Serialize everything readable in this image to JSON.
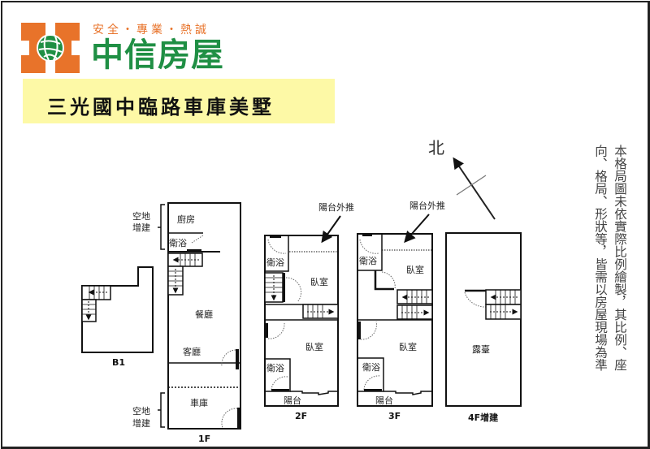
{
  "header": {
    "slogan": "安全・專業・熱誠",
    "brand_name": "中信房屋",
    "brand_colors": {
      "orange": "#e8732a",
      "green": "#1f8f44"
    },
    "listing_title": "三光國中臨路車庫美墅",
    "title_bg": "#fdf9a6"
  },
  "compass": {
    "label": "北"
  },
  "disclaimer": {
    "line1": "本格局圖未依實際比例繪製，其比例、座",
    "line2": "向、格局、形狀等，皆需以房屋現場為準"
  },
  "floors": {
    "b1": {
      "label": "B1"
    },
    "f1": {
      "label": "1F",
      "rooms": {
        "kitchen": "廚房",
        "bath": "衛浴",
        "dining": "餐廳",
        "living": "客廳",
        "garage": "車庫"
      },
      "annotations": {
        "top_bracket": [
          "空地",
          "增建"
        ],
        "bottom_bracket": [
          "空地",
          "增建"
        ]
      }
    },
    "f2": {
      "label": "2F",
      "rooms": {
        "bath_top": "衛浴",
        "bedroom_top": "臥室",
        "bedroom_bottom": "臥室",
        "bath_bottom": "衛浴",
        "balcony": "陽台"
      },
      "callout": "陽台外推"
    },
    "f3": {
      "label": "3F",
      "rooms": {
        "bath_top": "衛浴",
        "bedroom_top": "臥室",
        "bedroom_bottom": "臥室",
        "bath_bottom": "衛浴",
        "balcony": "陽台"
      },
      "callout": "陽台外推"
    },
    "f4": {
      "label": "4F增建",
      "rooms": {
        "terrace": "露臺"
      }
    }
  }
}
